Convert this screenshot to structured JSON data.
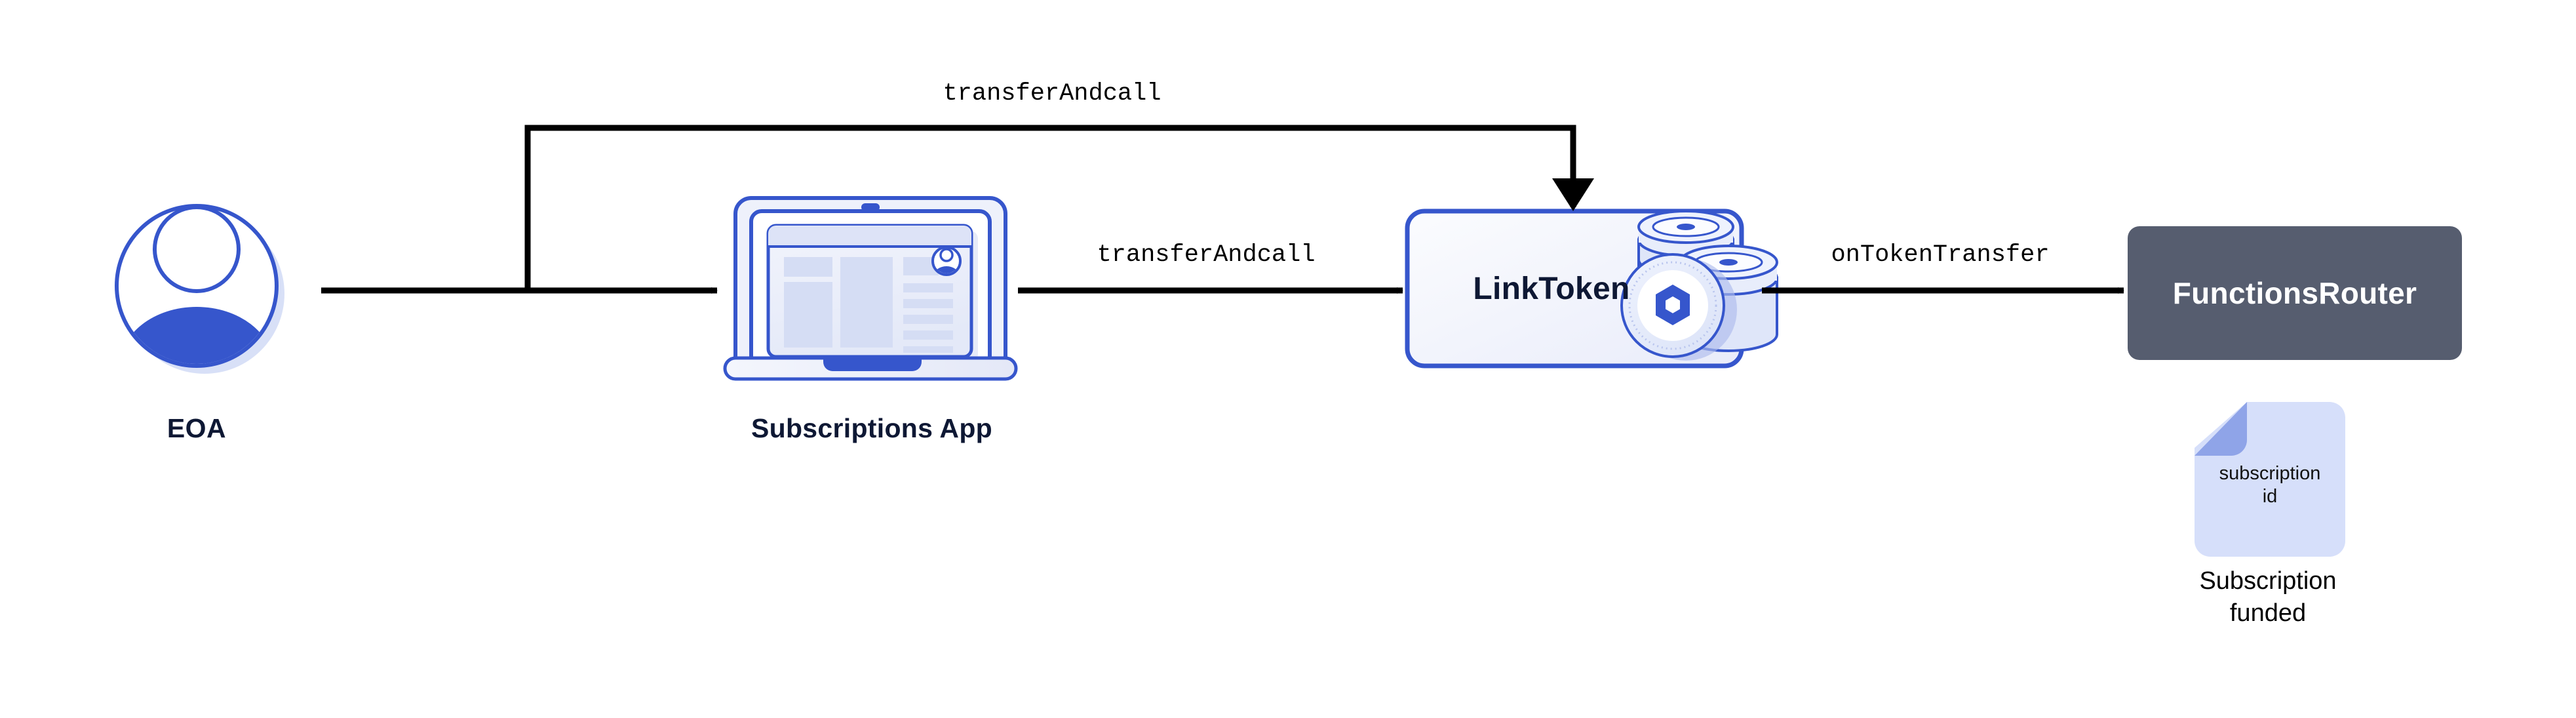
{
  "diagram": {
    "title": "Chainlink Functions subscription funding flow",
    "background": "#ffffff",
    "colors": {
      "arrow": "#000000",
      "brand_blue": "#3656cc",
      "light_blue": "#d8e0f7",
      "pale_blue": "#eef1fb",
      "navy_text": "#0e1834",
      "router_gray": "#565d6f",
      "doc_fill": "#d6dffa",
      "doc_fold": "#8fa4e8",
      "white": "#ffffff"
    }
  },
  "nodes": [
    {
      "id": "eoa",
      "label": "EOA",
      "icon": "user-avatar-icon",
      "type": "actor"
    },
    {
      "id": "subscriptions-app",
      "label": "Subscriptions App",
      "icon": "laptop-icon",
      "type": "app"
    },
    {
      "id": "linktoken",
      "label": "LinkToken",
      "icon": "link-coins-icon",
      "type": "contract",
      "fill": "#f3f5fd",
      "border": "#3656cc",
      "text_color": "#0e1834"
    },
    {
      "id": "functionsrouter",
      "label": "FunctionsRouter",
      "type": "contract",
      "fill": "#565d6f",
      "border": "#565d6f",
      "text_color": "#ffffff"
    }
  ],
  "edges": [
    {
      "id": "eoa-to-app",
      "label": "",
      "from": "eoa",
      "to": "subscriptions-app"
    },
    {
      "id": "eoa-to-linktoken-top",
      "label": "transferAndcall",
      "from": "eoa",
      "to": "linktoken"
    },
    {
      "id": "app-to-linktoken",
      "label": "transferAndcall",
      "from": "subscriptions-app",
      "to": "linktoken"
    },
    {
      "id": "linktoken-to-router",
      "label": "onTokenTransfer",
      "from": "linktoken",
      "to": "functionsrouter"
    }
  ],
  "artifact": {
    "id": "subscription-id-doc",
    "doc_line_1": "subscription",
    "doc_line_2": "id",
    "caption_line_1": "Subscription",
    "caption_line_2": "funded"
  }
}
